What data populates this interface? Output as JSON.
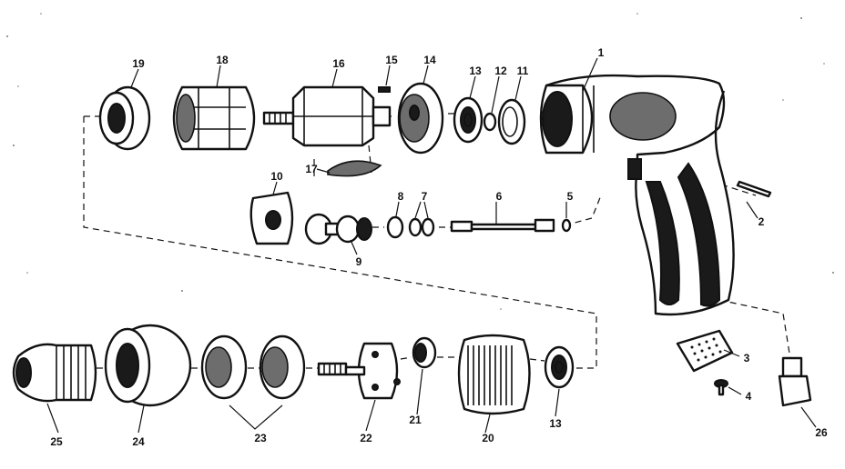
{
  "callouts": [
    {
      "id": "c1",
      "text": "1"
    },
    {
      "id": "c2",
      "text": "2"
    },
    {
      "id": "c3",
      "text": "3"
    },
    {
      "id": "c4",
      "text": "4"
    },
    {
      "id": "c5",
      "text": "5"
    },
    {
      "id": "c6",
      "text": "6"
    },
    {
      "id": "c7",
      "text": "7"
    },
    {
      "id": "c8",
      "text": "8"
    },
    {
      "id": "c9",
      "text": "9"
    },
    {
      "id": "c10",
      "text": "10"
    },
    {
      "id": "c11",
      "text": "11"
    },
    {
      "id": "c12",
      "text": "12"
    },
    {
      "id": "c13a",
      "text": "13"
    },
    {
      "id": "c13b",
      "text": "13"
    },
    {
      "id": "c14",
      "text": "14"
    },
    {
      "id": "c15",
      "text": "15"
    },
    {
      "id": "c16",
      "text": "16"
    },
    {
      "id": "c17",
      "text": "17"
    },
    {
      "id": "c18",
      "text": "18"
    },
    {
      "id": "c19",
      "text": "19"
    },
    {
      "id": "c20",
      "text": "20"
    },
    {
      "id": "c21",
      "text": "21"
    },
    {
      "id": "c22",
      "text": "22"
    },
    {
      "id": "c23",
      "text": "23"
    },
    {
      "id": "c24",
      "text": "24"
    },
    {
      "id": "c25",
      "text": "25"
    },
    {
      "id": "c26",
      "text": "26"
    }
  ],
  "colors": {
    "ink": "#111111",
    "paper": "#ffffff",
    "shade": "#6d6d6d"
  }
}
